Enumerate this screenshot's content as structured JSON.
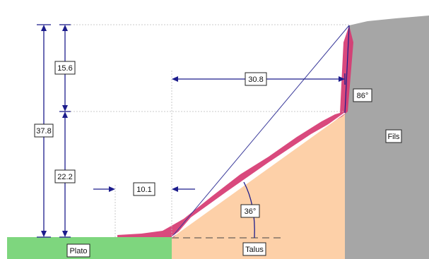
{
  "regions": {
    "plateau": "Plato",
    "talus": "Talus",
    "rock": "Fils"
  },
  "dimensions": {
    "total_height": "37.8",
    "upper_height": "15.6",
    "lower_height": "22.2",
    "top_horizontal": "30.8",
    "base_horizontal": "10.1"
  },
  "angles": {
    "cliff_angle": "86°",
    "talus_angle": "36°"
  },
  "colors": {
    "plateau": "#7ed67e",
    "talus": "#fdd0a8",
    "rock": "#a6a6a6",
    "deposit": "#d63a72",
    "dimension": "#1c1c8c"
  }
}
